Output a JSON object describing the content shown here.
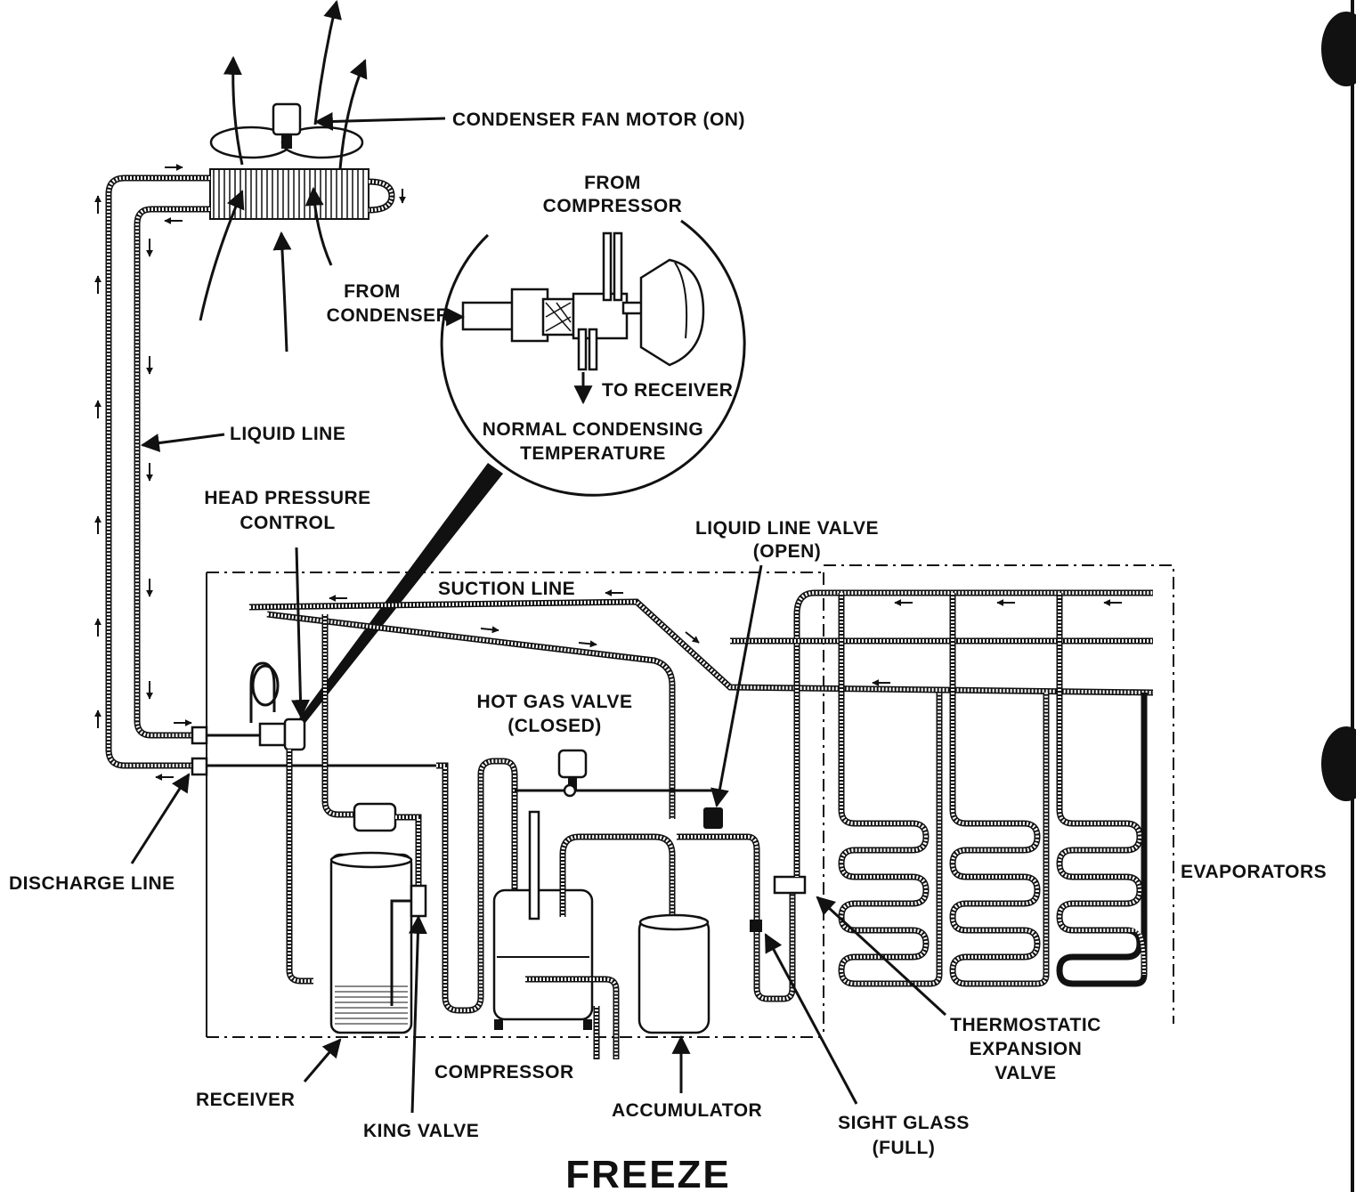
{
  "labels": {
    "condenser_fan_motor": "CONDENSER FAN MOTOR (ON)",
    "from_compressor_1": "FROM",
    "from_compressor_2": "COMPRESSOR",
    "from_condenser_1": "FROM",
    "from_condenser_2": "CONDENSER",
    "to_receiver": "TO RECEIVER",
    "normal_condensing_1": "NORMAL CONDENSING",
    "normal_condensing_2": "TEMPERATURE",
    "liquid_line": "LIQUID LINE",
    "head_pressure_1": "HEAD PRESSURE",
    "head_pressure_2": "CONTROL",
    "liquid_line_valve_1": "LIQUID LINE VALVE",
    "liquid_line_valve_2": "(OPEN)",
    "suction_line": "SUCTION LINE",
    "hot_gas_valve_1": "HOT GAS VALVE",
    "hot_gas_valve_2": "(CLOSED)",
    "discharge_line": "DISCHARGE LINE",
    "evaporators": "EVAPORATORS",
    "thermostatic_1": "THERMOSTATIC",
    "thermostatic_2": "EXPANSION",
    "thermostatic_3": "VALVE",
    "receiver": "RECEIVER",
    "king_valve": "KING VALVE",
    "compressor": "COMPRESSOR",
    "accumulator": "ACCUMULATOR",
    "sight_glass_1": "SIGHT GLASS",
    "sight_glass_2": "(FULL)"
  },
  "title": "FREEZE"
}
